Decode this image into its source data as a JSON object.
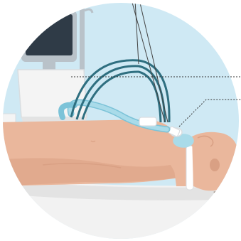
{
  "illustration": {
    "subject": "patient-on-ventilator",
    "colors": {
      "background_circle": "#cfe9f4",
      "bed": "#f2f2f2",
      "bed_shadow": "#e3e3e3",
      "monitor_frame": "#b9c2c9",
      "monitor_screen": "#2f3b47",
      "ventilator_body": "#f4f4f4",
      "ventilator_outline": "#d9dde0",
      "skin": "#eab79c",
      "skin_shadow": "#d9a084",
      "hair": "#8a7769",
      "tubing_dark": "#2f6f80",
      "tubing_light": "#a9dbe9",
      "tubing_light_stroke": "#7cc3d8",
      "neck_collar": "#ffffff",
      "annotation_line": "#333333",
      "support_wire": "#444444",
      "frame_white": "#ffffff"
    },
    "callouts": [
      {
        "target": "ventilator"
      },
      {
        "target": "endotracheal-tube"
      }
    ]
  }
}
